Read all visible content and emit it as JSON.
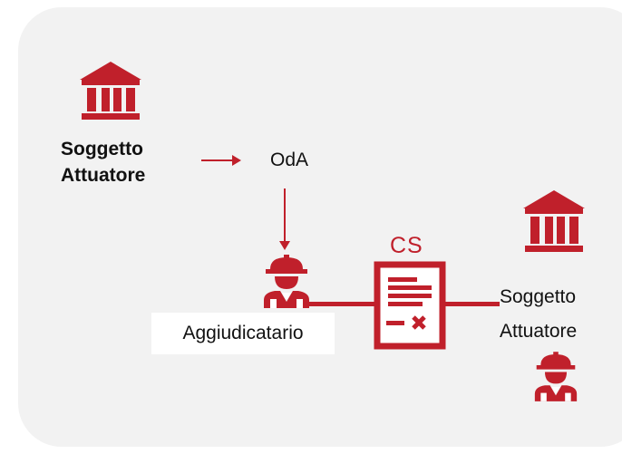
{
  "actors": {
    "soggetto_attuatore_top": {
      "line1": "Soggetto",
      "line2": "Attuatore"
    },
    "soggetto_attuatore_right": {
      "line1": "Soggetto",
      "line2": "Attuatore"
    },
    "aggiudicatario": {
      "label": "Aggiudicatario"
    }
  },
  "documents": {
    "oda": {
      "label": "OdA"
    },
    "cs": {
      "label": "CS"
    }
  },
  "icons": {
    "bank": "bank-icon",
    "worker": "worker-icon",
    "document": "document-icon"
  },
  "colors": {
    "accent": "#c0202b",
    "panel": "#f2f2f2",
    "text": "#111111"
  }
}
